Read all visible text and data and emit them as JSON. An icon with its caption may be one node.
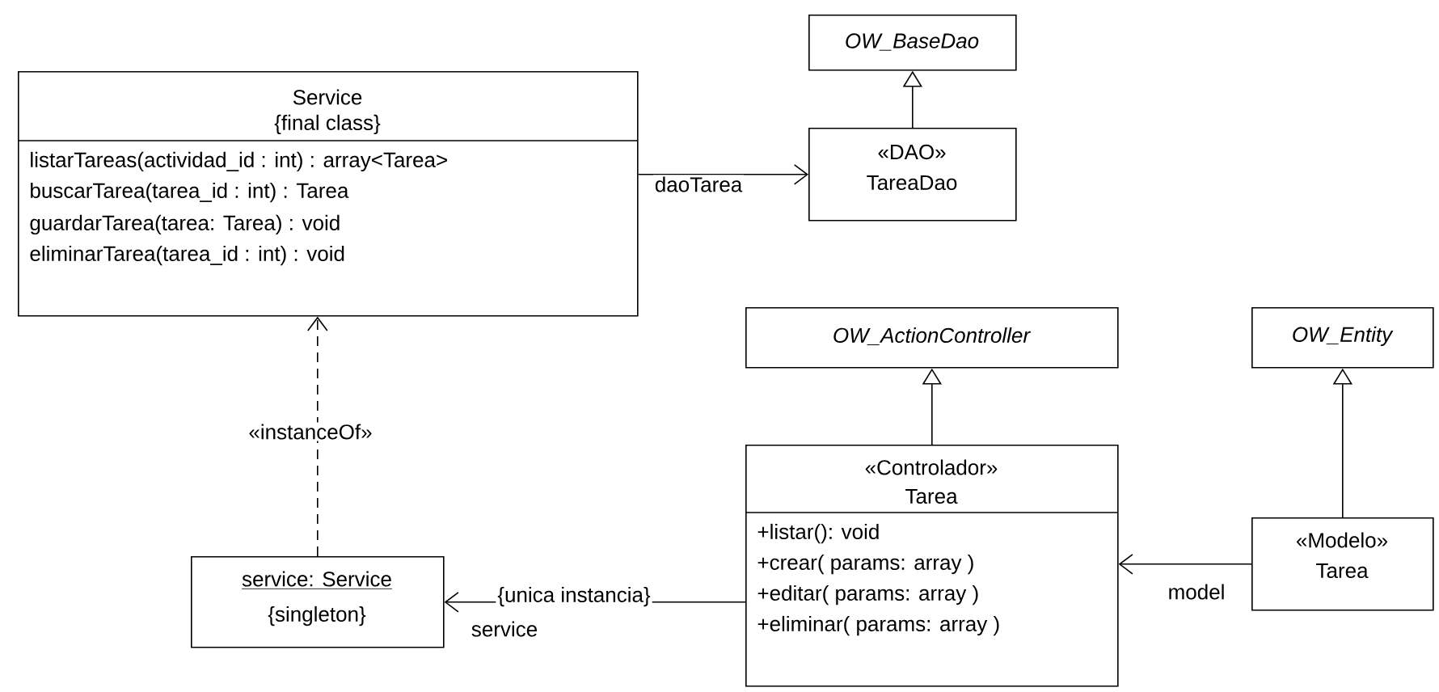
{
  "diagram": {
    "nodes": [
      {
        "text": [
          "Service",
          "{final class}",
          "listarTareas(actividad_id : int) : array<Tarea>",
          "buscarTarea(tarea_id : int) : Tarea",
          "guardarTarea(tarea: Tarea) : void",
          "eliminarTarea(tarea_id : int) : void"
        ]
      },
      {
        "text": [
          "OW_BaseDao"
        ]
      },
      {
        "text": [
          "«DAO»",
          "TareaDao"
        ]
      },
      {
        "text": [
          "OW_ActionController"
        ]
      },
      {
        "text": [
          "OW_Entity"
        ]
      },
      {
        "text": [
          "service: Service",
          "{singleton}"
        ]
      },
      {
        "text": [
          "«Controlador»",
          "Tarea",
          "+listar(): void",
          "+crear( params: array )",
          "+editar( params: array )",
          "+eliminar( params: array )"
        ]
      },
      {
        "text": [
          "«Modelo»",
          "Tarea"
        ]
      }
    ],
    "edges": [
      {
        "from": 2,
        "to": 1,
        "arrow": "to"
      },
      {
        "from": 0,
        "to": 2,
        "arrow": "to",
        "label": "daoTarea"
      },
      {
        "from": 6,
        "to": 3,
        "arrow": "to"
      },
      {
        "from": 7,
        "to": 4,
        "arrow": "to"
      },
      {
        "from": 5,
        "to": 0,
        "arrow": "to",
        "style": "dashed",
        "label": "«instanceOf»"
      },
      {
        "from": 6,
        "to": 5,
        "arrow": "to",
        "label": "service"
      },
      {
        "from": 7,
        "to": 6,
        "arrow": "to",
        "label": "model"
      }
    ],
    "labels": [
      "{unica instancia}"
    ]
  }
}
